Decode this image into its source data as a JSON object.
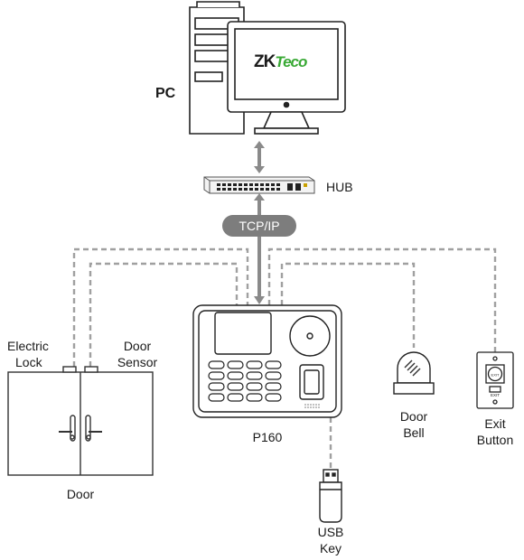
{
  "labels": {
    "pc": "PC",
    "hub": "HUB",
    "protocol": "TCP/IP",
    "device": "P160",
    "electric_lock_line1": "Electric",
    "electric_lock_line2": "Lock",
    "door_sensor_line1": "Door",
    "door_sensor_line2": "Sensor",
    "door": "Door",
    "door_bell_line1": "Door",
    "door_bell_line2": "Bell",
    "exit_button_line1": "Exit",
    "exit_button_line2": "Button",
    "usb_line1": "USB",
    "usb_line2": "Key"
  },
  "logo": {
    "part1": "ZK",
    "part2": "Teco"
  },
  "colors": {
    "line": "#9a9a9a",
    "dashed": "#a0a0a0",
    "pill": "#7d7d7d",
    "logo_green": "#39a935",
    "outline": "#222222"
  }
}
